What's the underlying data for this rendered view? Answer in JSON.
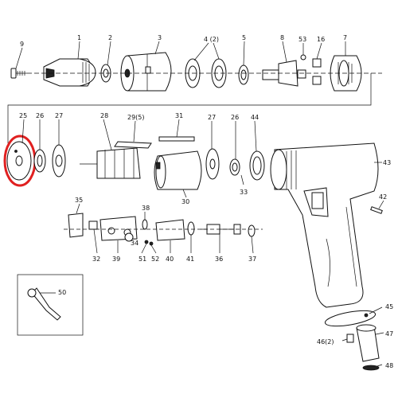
{
  "diagram": {
    "highlight_color": "#e02020",
    "ink_color": "#111111",
    "labels": {
      "p9": "9",
      "p1": "1",
      "p2": "2",
      "p3": "3",
      "p4": "4 (2)",
      "p5": "5",
      "p8": "8",
      "p53": "53",
      "p16": "16",
      "p7": "7",
      "p25": "25",
      "p26a": "26",
      "p27a": "27",
      "p28": "28",
      "p29": "29(5)",
      "p31": "31",
      "p27b": "27",
      "p26b": "26",
      "p44": "44",
      "p43": "43",
      "p30": "30",
      "p33": "33",
      "p42": "42",
      "p35": "35",
      "p38": "38",
      "p34": "34",
      "p32": "32",
      "p39": "39",
      "p51": "51",
      "p52": "52",
      "p40": "40",
      "p41": "41",
      "p36": "36",
      "p37": "37",
      "p50": "50",
      "p45": "45",
      "p46": "46(2)",
      "p47": "47",
      "p48": "48"
    }
  }
}
